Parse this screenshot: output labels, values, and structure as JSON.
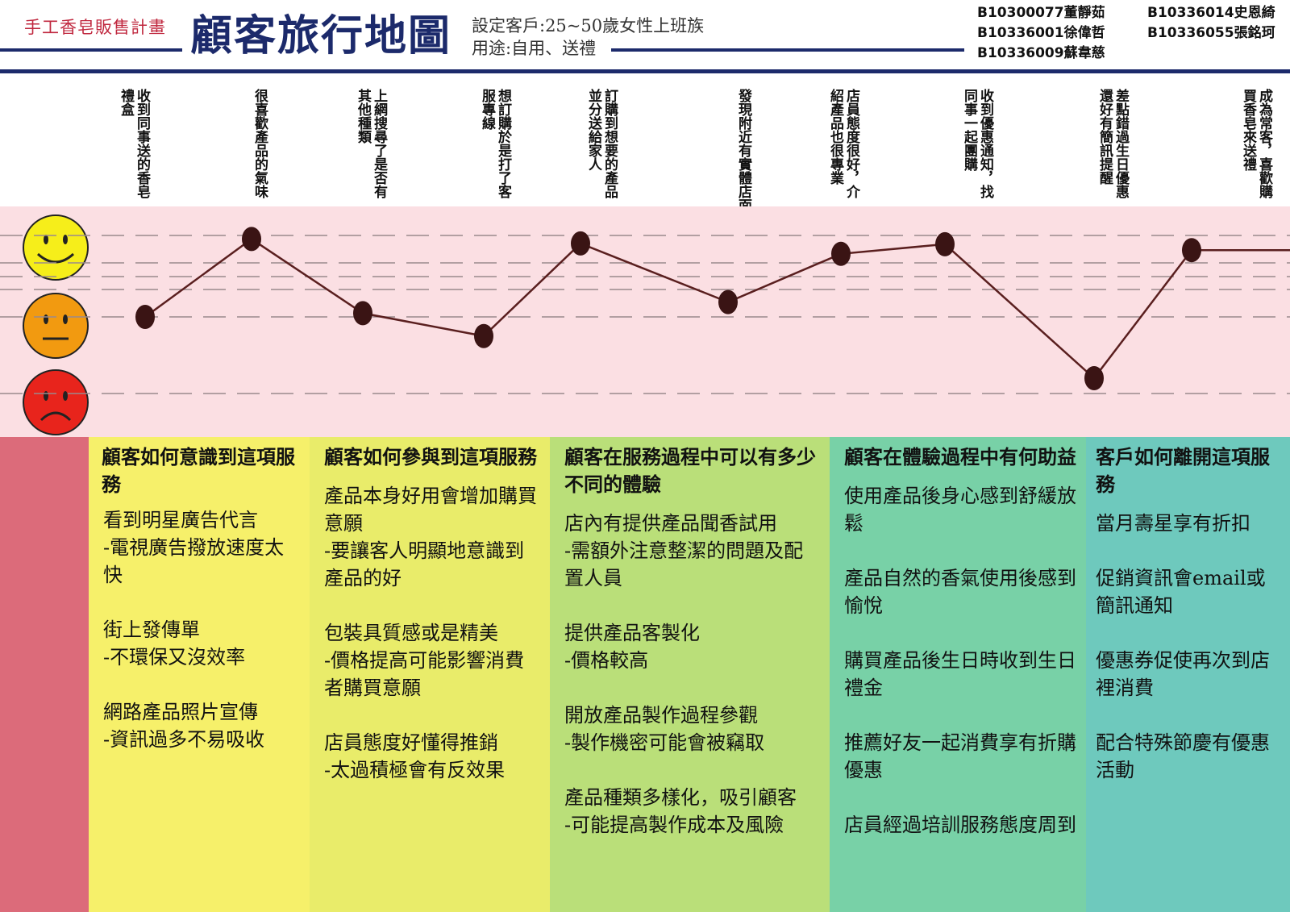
{
  "header": {
    "project_title": "手工香皂販售計畫",
    "main_title": "顧客旅行地圖",
    "client_line1": "設定客戶:25~50歲女性上班族",
    "client_line2": "用途:自用、送禮",
    "members_left": [
      "B10300077董靜茹",
      "B10336001徐偉哲",
      "B10336009蘇韋慈"
    ],
    "members_right": [
      "B10336014史恩綺",
      "B10336055張銘珂"
    ]
  },
  "stages": [
    "收到同事送的香皂禮盒",
    "很喜歡產品的氣味",
    "上網搜尋了是否有其他種類",
    "想訂購於是打了客服專線",
    "訂購到想要的產品並分送給家人",
    "發現附近有實體店面",
    "店員態度很好，介紹產品也很專業",
    "收到優惠通知，找同事一起團購",
    "差點錯過生日優惠還好有簡訊提醒",
    "成為常客，喜歡購買香皂來送禮"
  ],
  "chart_data": {
    "type": "line",
    "emotion_levels": [
      "happy",
      "neutral",
      "sad"
    ],
    "y_scale_note": "1 = happy, 0 = neutral, -1 = sad",
    "values": [
      0.0,
      1.05,
      0.05,
      -0.25,
      0.99,
      0.2,
      0.85,
      0.98,
      -0.8,
      0.9
    ],
    "ylim": [
      -1,
      1
    ],
    "grid": true,
    "line_color": "#5a1f1f",
    "point_color": "#3a1414"
  },
  "faces": {
    "happy_color": "#f6ee1a",
    "neutral_color": "#f29a10",
    "sad_color": "#e8241c"
  },
  "columns": [
    {
      "heading": "顧客如何意識到這項服務",
      "color": "#f6f06a",
      "items": [
        [
          "看到明星廣告代言",
          "-電視廣告撥放速度太快"
        ],
        [
          "街上發傳單",
          "-不環保又沒效率"
        ],
        [
          "網路產品照片宣傳",
          "-資訊過多不易吸收"
        ]
      ]
    },
    {
      "heading": "顧客如何參與到這項服務",
      "color": "#e9ec6a",
      "items": [
        [
          "產品本身好用會增加購買意願",
          "-要讓客人明顯地意識到產品的好"
        ],
        [
          "包裝具質感或是精美",
          "-價格提高可能影響消費者購買意願"
        ],
        [
          "店員態度好懂得推銷",
          "-太過積極會有反效果"
        ]
      ]
    },
    {
      "heading": "顧客在服務過程中可以有多少不同的體驗",
      "color": "#badf79",
      "items": [
        [
          "店內有提供產品聞香試用",
          "-需額外注意整潔的問題及配置人員"
        ],
        [
          "提供產品客製化",
          "-價格較高"
        ],
        [
          "開放產品製作過程參觀",
          "-製作機密可能會被竊取"
        ],
        [
          "產品種類多樣化，吸引顧客",
          "-可能提高製作成本及風險"
        ]
      ]
    },
    {
      "heading": "顧客在體驗過程中有何助益",
      "color": "#78d1a7",
      "items": [
        [
          "使用產品後身心感到舒緩放鬆"
        ],
        [
          "產品自然的香氣使用後感到愉悅"
        ],
        [
          "購買產品後生日時收到生日禮金"
        ],
        [
          "推薦好友一起消費享有折購優惠"
        ],
        [
          "店員經過培訓服務態度周到"
        ]
      ]
    },
    {
      "heading": "客戶如何離開這項服務",
      "color": "#6ec9bd",
      "items": [
        [
          "當月壽星享有折扣"
        ],
        [
          "促銷資訊會email或簡訊通知"
        ],
        [
          "優惠券促使再次到店裡消費"
        ],
        [
          "配合特殊節慶有優惠活動"
        ]
      ]
    }
  ],
  "left_strip_color": "#dc6b7a"
}
